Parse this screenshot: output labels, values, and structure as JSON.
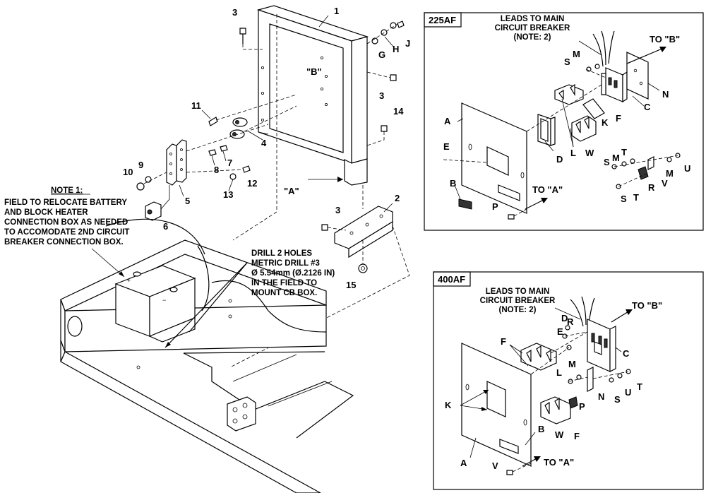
{
  "main": {
    "callouts": {
      "c1": "1",
      "c2": "2",
      "c3a": "3",
      "c3b": "3",
      "c3c": "3",
      "c4": "4",
      "c5": "5",
      "c6": "6",
      "c7": "7",
      "c8": "8",
      "c9": "9",
      "c10": "10",
      "c11": "11",
      "c12": "12",
      "c13": "13",
      "c14": "14",
      "c15": "15",
      "cG": "G",
      "cH": "H",
      "cJ": "J"
    },
    "ref_b": "\"B\"",
    "ref_a": "\"A\"",
    "note1_title": "NOTE 1:",
    "note1_lines": [
      "FIELD TO RELOCATE BATTERY",
      "AND BLOCK HEATER",
      "CONNECTION BOX AS NEEDED",
      "TO ACCOMODATE 2ND CIRCUIT",
      "BREAKER CONNECTION BOX."
    ],
    "drill_lines": [
      "DRILL 2 HOLES",
      "METRIC DRILL #3",
      "Ø 5.54mm (Ø.2126 IN)",
      "IN THE FIELD TO",
      "MOUNT CB BOX."
    ]
  },
  "panel_225": {
    "title": "225AF",
    "leads_lines": [
      "LEADS TO MAIN",
      "CIRCUIT BREAKER",
      "(NOTE: 2)"
    ],
    "to_b": "TO \"B\"",
    "to_a": "TO \"A\"",
    "labels": {
      "A": "A",
      "B": "B",
      "C": "C",
      "D": "D",
      "E": "E",
      "F": "F",
      "K": "K",
      "L": "L",
      "M1": "M",
      "M2": "M",
      "M3": "M",
      "N": "N",
      "P": "P",
      "R": "R",
      "S1": "S",
      "S2": "S",
      "S3": "S",
      "T1": "T",
      "T2": "T",
      "U": "U",
      "V": "V",
      "W": "W"
    }
  },
  "panel_400": {
    "title": "400AF",
    "leads_lines": [
      "LEADS TO MAIN",
      "CIRCUIT BREAKER",
      "(NOTE: 2)"
    ],
    "to_b": "TO \"B\"",
    "to_a": "TO \"A\"",
    "labels": {
      "A": "A",
      "B": "B",
      "C": "C",
      "D": "D",
      "E": "E",
      "F1": "F",
      "F2": "F",
      "K": "K",
      "L": "L",
      "M": "M",
      "N": "N",
      "P": "P",
      "R": "R",
      "S": "S",
      "T": "T",
      "U": "U",
      "V": "V",
      "W": "W"
    }
  }
}
